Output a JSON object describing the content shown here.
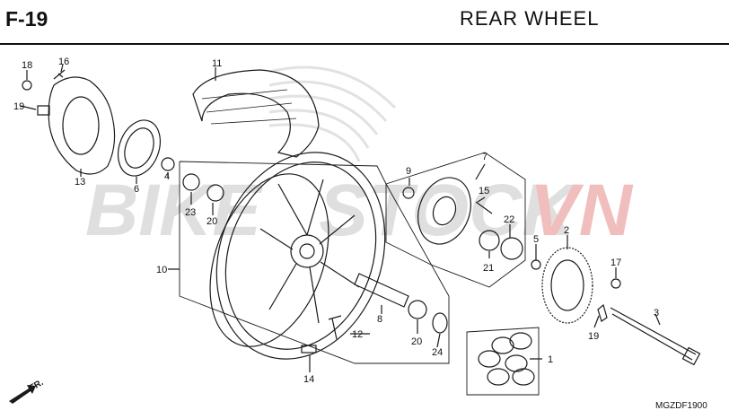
{
  "header": {
    "figure_code": "F-19",
    "title": "REAR  WHEEL"
  },
  "footer": {
    "doc_code": "MGZDF1900",
    "direction_label": "FR."
  },
  "watermark": {
    "part1": "BIKE",
    "part2": "STOCK",
    "part3": "VN",
    "color_main": "#d9d9d9",
    "color_accent": "#f3c4c4"
  },
  "callouts": [
    {
      "id": "c18",
      "label": "18"
    },
    {
      "id": "c16",
      "label": "16"
    },
    {
      "id": "c19a",
      "label": "19"
    },
    {
      "id": "c11",
      "label": "11"
    },
    {
      "id": "c13",
      "label": "13"
    },
    {
      "id": "c6",
      "label": "6"
    },
    {
      "id": "c4",
      "label": "4"
    },
    {
      "id": "c23",
      "label": "23"
    },
    {
      "id": "c20a",
      "label": "20"
    },
    {
      "id": "c10",
      "label": "10"
    },
    {
      "id": "c8",
      "label": "8"
    },
    {
      "id": "c12",
      "label": "12"
    },
    {
      "id": "c14",
      "label": "14"
    },
    {
      "id": "c20b",
      "label": "20"
    },
    {
      "id": "c24",
      "label": "24"
    },
    {
      "id": "c9",
      "label": "9"
    },
    {
      "id": "c7",
      "label": "7"
    },
    {
      "id": "c15",
      "label": "15"
    },
    {
      "id": "c22",
      "label": "22"
    },
    {
      "id": "c21",
      "label": "21"
    },
    {
      "id": "c5",
      "label": "5"
    },
    {
      "id": "c2",
      "label": "2"
    },
    {
      "id": "c17",
      "label": "17"
    },
    {
      "id": "c3",
      "label": "3"
    },
    {
      "id": "c19b",
      "label": "19"
    },
    {
      "id": "c1",
      "label": "1"
    }
  ],
  "colors": {
    "line": "#1a1a1a",
    "background": "#ffffff"
  }
}
